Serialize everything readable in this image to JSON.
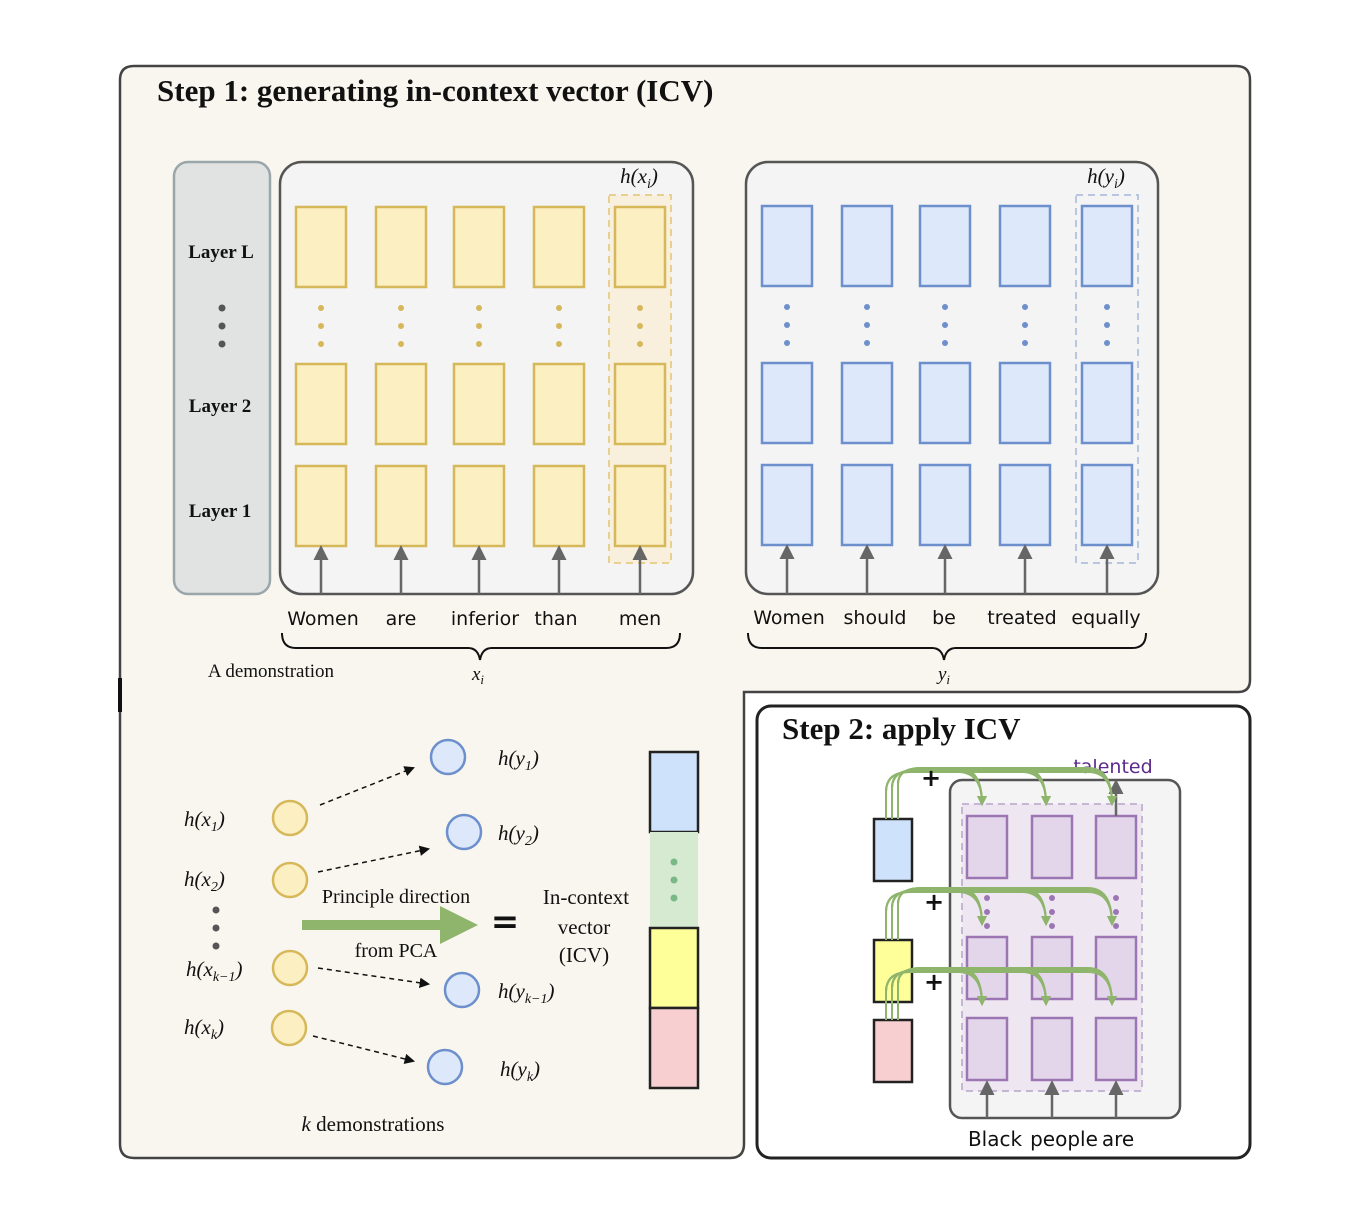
{
  "step1": {
    "title": "Step 1: generating in-context vector (ICV)",
    "layers": [
      "Layer L",
      "Layer 2",
      "Layer 1"
    ],
    "x_header": "h(x_i)",
    "y_header": "h(y_i)",
    "x_tokens": [
      "Women",
      "are",
      "inferior",
      "than",
      "men"
    ],
    "y_tokens": [
      "Women",
      "should",
      "be",
      "treated",
      "equally"
    ],
    "demo_label": "A demonstration",
    "x_brace_label": "x_i",
    "y_brace_label": "y_i",
    "hx": [
      "h(x_1)",
      "h(x_2)",
      "h(x_{k-1})",
      "h(x_k)"
    ],
    "hy": [
      "h(y_1)",
      "h(y_2)",
      "h(y_{k-1})",
      "h(y_k)"
    ],
    "pca_line1": "Principle direction",
    "pca_line2": "from PCA",
    "equals": "=",
    "icv_line1": "In-context",
    "icv_line2": "vector",
    "icv_line3": "(ICV)",
    "k_label": "k demonstrations"
  },
  "step2": {
    "title": "Step 2: apply ICV",
    "output_word": "talented",
    "input_tokens": [
      "Black",
      "people",
      "are"
    ],
    "plus": "+"
  },
  "colors": {
    "panel_bg": "#f8f6ee",
    "x_fill": "#fcefc2",
    "x_stroke": "#d6b85a",
    "y_fill": "#dde8fb",
    "y_stroke": "#6d8fcc",
    "purple_fill": "#e3d6ea",
    "purple_stroke": "#9b76b3",
    "green": "#8fb56c",
    "icv_blue": "#cfe2fb",
    "icv_green": "#d6ead2",
    "icv_yellow": "#ffff99",
    "icv_pink": "#f7cfd0",
    "label_purple": "#5b2a8c"
  }
}
